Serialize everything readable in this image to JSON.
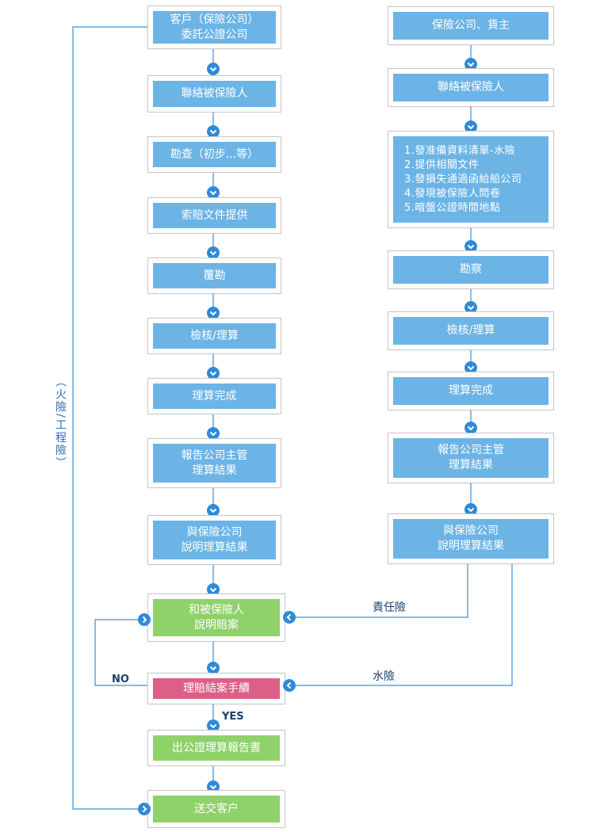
{
  "left_flow": {
    "step1": [
      "客戶（保險公司）",
      "委託公證公司"
    ],
    "step2": [
      "聯絡被保險人"
    ],
    "step3": [
      "勘查（初步...等）"
    ],
    "step4": [
      "索賠文件提供"
    ],
    "step5": [
      "覆勘"
    ],
    "step6": [
      "檢核/理算"
    ],
    "step7": [
      "理算完成"
    ],
    "step8": [
      "報告公司主管",
      "理算結果"
    ],
    "step9": [
      "與保險公司",
      "說明理算結果"
    ],
    "step10": [
      "和被保險人",
      "說明賠案"
    ],
    "step11": [
      "理賠結案手續"
    ],
    "step12": [
      "出公證理算報告書"
    ],
    "step13": [
      "送交客户"
    ]
  },
  "right_flow": {
    "step1": [
      "保險公司、貨主"
    ],
    "step2": [
      "聯絡被保險人"
    ],
    "step3": [
      "1.發准備資料清單-水險",
      "2.提供相關文件",
      "3.發損失通過函給船公司",
      "4.發現被保險人問卷",
      "5.暗盤公證時間地點"
    ],
    "step4": [
      "勘察"
    ],
    "step5": [
      "檢核/理算"
    ],
    "step6": [
      "理算完成"
    ],
    "step7": [
      "報告公司主管",
      "理算結果"
    ],
    "step8": [
      "與保險公司",
      "說明理算結果"
    ]
  },
  "labels": {
    "liability": "責任險",
    "marine": "水險",
    "no": "NO",
    "yes": "YES",
    "side_note": "（火險/工程險）"
  },
  "colors": {
    "blue": "#6cb4e6",
    "green": "#8fd16a",
    "pink": "#dc5f86",
    "connector": "#2f8ad8",
    "text_dark": "#1a3f6e"
  }
}
